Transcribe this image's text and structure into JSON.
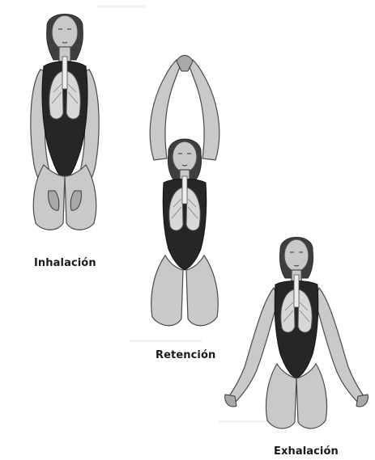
{
  "figures": [
    {
      "id": "inhalacion",
      "label": "Inhalación"
    },
    {
      "id": "retencion",
      "label": "Retención"
    },
    {
      "id": "exhalacion",
      "label": "Exhalación"
    }
  ]
}
